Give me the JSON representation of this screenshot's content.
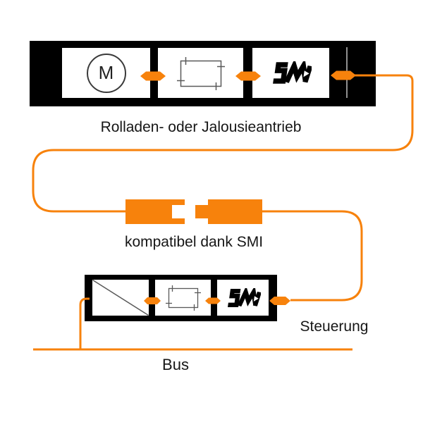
{
  "colors": {
    "accent_orange": "#F7820C",
    "unit_fill": "#000000",
    "cell_fill": "#FFFFFF",
    "symbol_stroke": "#595959",
    "gray_divider": "#909090",
    "text": "#161616"
  },
  "drive_unit": {
    "label": "Rolladen- oder Jalousieantrieb",
    "motor_symbol": "M",
    "cells": [
      "motor",
      "electronics",
      "smi-interface"
    ]
  },
  "connection": {
    "label": "kompatibel dank SMI",
    "parts": [
      "smi-socket",
      "smi-plug",
      "cable"
    ]
  },
  "controller_unit": {
    "label": "Steuerung",
    "cells": [
      "power-module",
      "electronics",
      "smi-interface"
    ]
  },
  "bus": {
    "label": "Bus"
  },
  "icons": {
    "motor": "circle-with-M",
    "electronics": "rect-with-pins",
    "smi": "smi-zigzag-logo",
    "power-module": "diagonal-slash",
    "connector": "hex-pill",
    "socket": "socket-shape",
    "plug": "plug-shape"
  }
}
